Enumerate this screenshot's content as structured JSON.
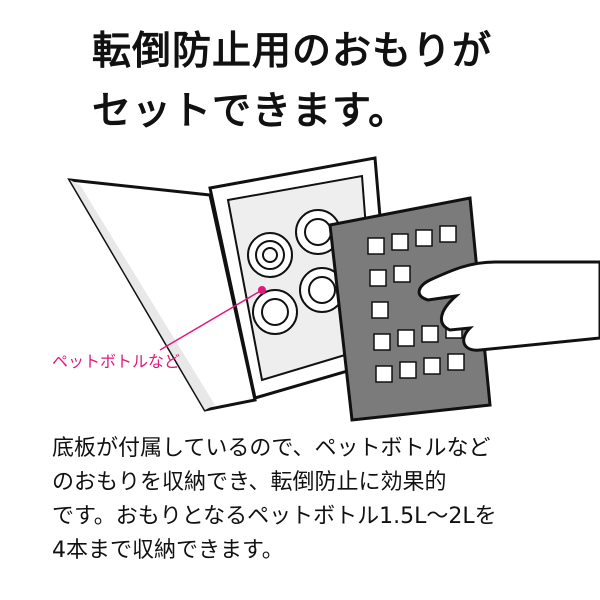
{
  "headline": {
    "line1": "転倒防止用のおもりが",
    "line2": "セットできます。"
  },
  "callout": {
    "label": "ペットボトルなど",
    "color": "#e2197d"
  },
  "body": {
    "lines": [
      "底板が付属しているので、ペットボトルなど",
      "のおもりを収納でき、転倒防止に効果的",
      "です。おもりとなるペットボトル1.5L〜2Lを",
      "4本まで収納できます。"
    ]
  },
  "colors": {
    "plate": "#7b7b7b",
    "outline": "#111111",
    "light_gray": "#e8e8e8"
  }
}
